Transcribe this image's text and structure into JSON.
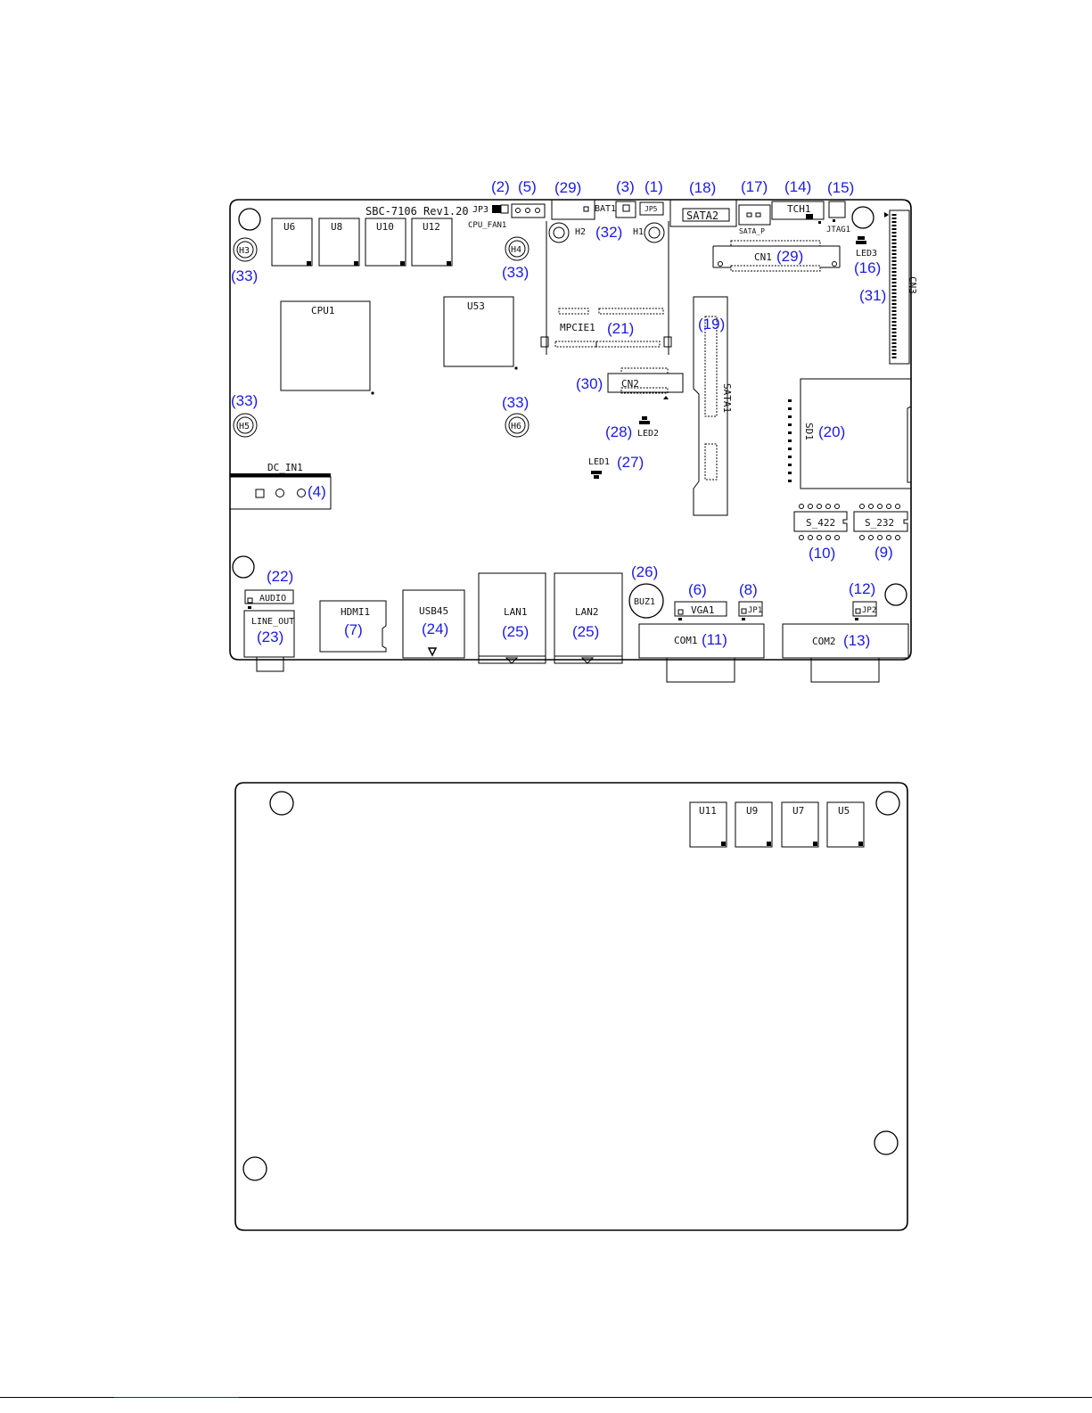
{
  "top_board": {
    "title": "SBC-7106 Rev1.20",
    "components": {
      "U6": "U6",
      "U8": "U8",
      "U10": "U10",
      "U12": "U12",
      "CPU1": "CPU1",
      "U53": "U53",
      "H1": "H1",
      "H2": "H2",
      "H3": "H3",
      "H4": "H4",
      "H5": "H5",
      "H6": "H6",
      "JP3": "JP3",
      "CPU_FAN1": "CPU_FAN1",
      "BAT1": "BAT1",
      "JP5": "JP5",
      "SATA2": "SATA2",
      "SATA_P": "SATA_P",
      "TCH1": "TCH1",
      "JTAG1": "JTAG1",
      "LED3": "LED3",
      "CN1": "CN1",
      "CN3": "CN3",
      "MPCIE1": "MPCIE1",
      "SATA1": "SATA1",
      "CN2": "CN2",
      "LED2": "LED2",
      "LED1": "LED1",
      "SD1": "SD1",
      "DC_IN1": "DC_IN1",
      "S_422": "S_422",
      "S_232": "S_232",
      "AUDIO": "AUDIO",
      "LINE_OUT": "LINE_OUT",
      "HDMI1": "HDMI1",
      "USB45": "USB45",
      "LAN1": "LAN1",
      "LAN2": "LAN2",
      "BUZ1": "BUZ1",
      "VGA1": "VGA1",
      "JP1": "JP1",
      "JP2": "JP2",
      "COM1": "COM1",
      "COM2": "COM2"
    },
    "callouts": {
      "c1": "(1)",
      "c2": "(2)",
      "c3": "(3)",
      "c4": "(4)",
      "c5": "(5)",
      "c6": "(6)",
      "c7": "(7)",
      "c8": "(8)",
      "c9": "(9)",
      "c10": "(10)",
      "c11": "(11)",
      "c12": "(12)",
      "c13": "(13)",
      "c14": "(14)",
      "c15": "(15)",
      "c16": "(16)",
      "c17": "(17)",
      "c18": "(18)",
      "c19": "(19)",
      "c20": "(20)",
      "c21": "(21)",
      "c22": "(22)",
      "c23": "(23)",
      "c24": "(24)",
      "c25": "(25)",
      "c26": "(26)",
      "c27": "(27)",
      "c28": "(28)",
      "c29": "(29)",
      "c30": "(30)",
      "c31": "(31)",
      "c32": "(32)",
      "c33": "(33)"
    }
  },
  "bottom_board": {
    "components": {
      "U11": "U11",
      "U9": "U9",
      "U7": "U7",
      "U5": "U5"
    }
  },
  "colors": {
    "callout": "#1a1ae6",
    "line": "#000000",
    "background": "#ffffff"
  }
}
